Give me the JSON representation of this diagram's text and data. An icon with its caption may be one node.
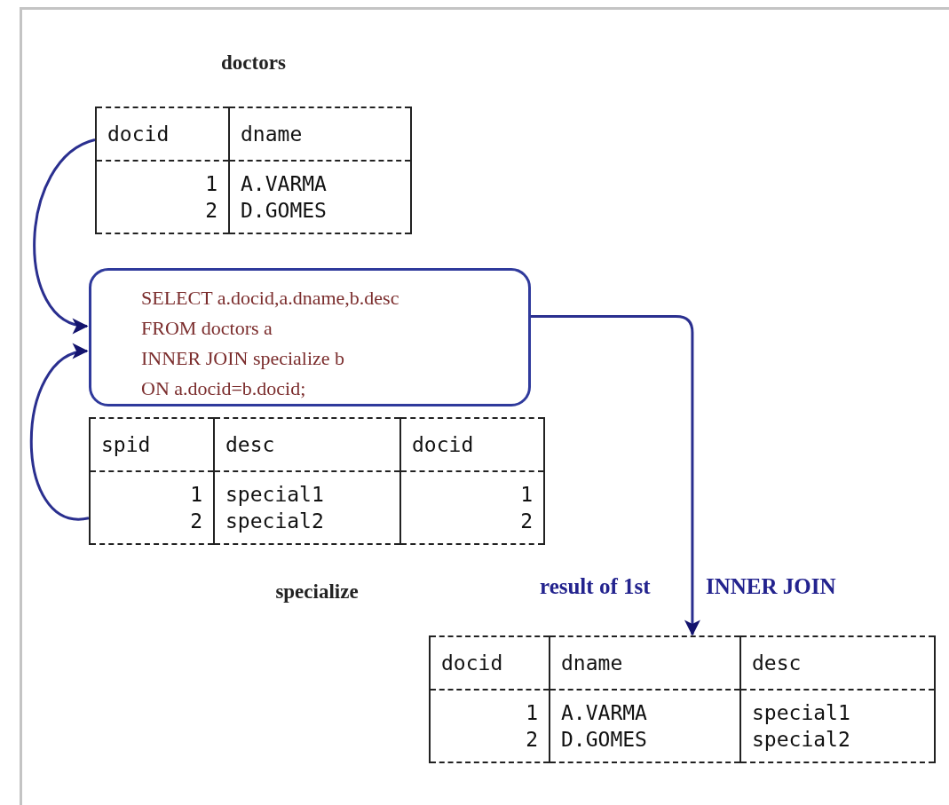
{
  "diagram": {
    "nodes": [
      {
        "text": [
          "doctors",
          "docid",
          "dname",
          "1",
          "A.VARMA",
          "2",
          "D.GOMES"
        ]
      },
      {
        "text": [
          "SELECT a.docid,a.dname,b.desc",
          "FROM doctors a",
          "INNER JOIN specialize b",
          "ON a.docid=b.docid;"
        ]
      },
      {
        "text": [
          "spid",
          "desc",
          "docid",
          "1",
          "special1",
          "1",
          "2",
          "special2",
          "2",
          "specialize"
        ]
      },
      {
        "text": [
          "docid",
          "dname",
          "desc",
          "1",
          "A.VARMA",
          "special1",
          "2",
          "D.GOMES",
          "special2"
        ]
      }
    ],
    "edges": [
      {
        "from": 0,
        "to": 1,
        "arrow": "to"
      },
      {
        "from": 2,
        "to": 1,
        "arrow": "to"
      },
      {
        "from": 1,
        "to": 3,
        "arrow": "to"
      }
    ],
    "labels": [
      "result of 1st",
      "INNER JOIN"
    ]
  }
}
